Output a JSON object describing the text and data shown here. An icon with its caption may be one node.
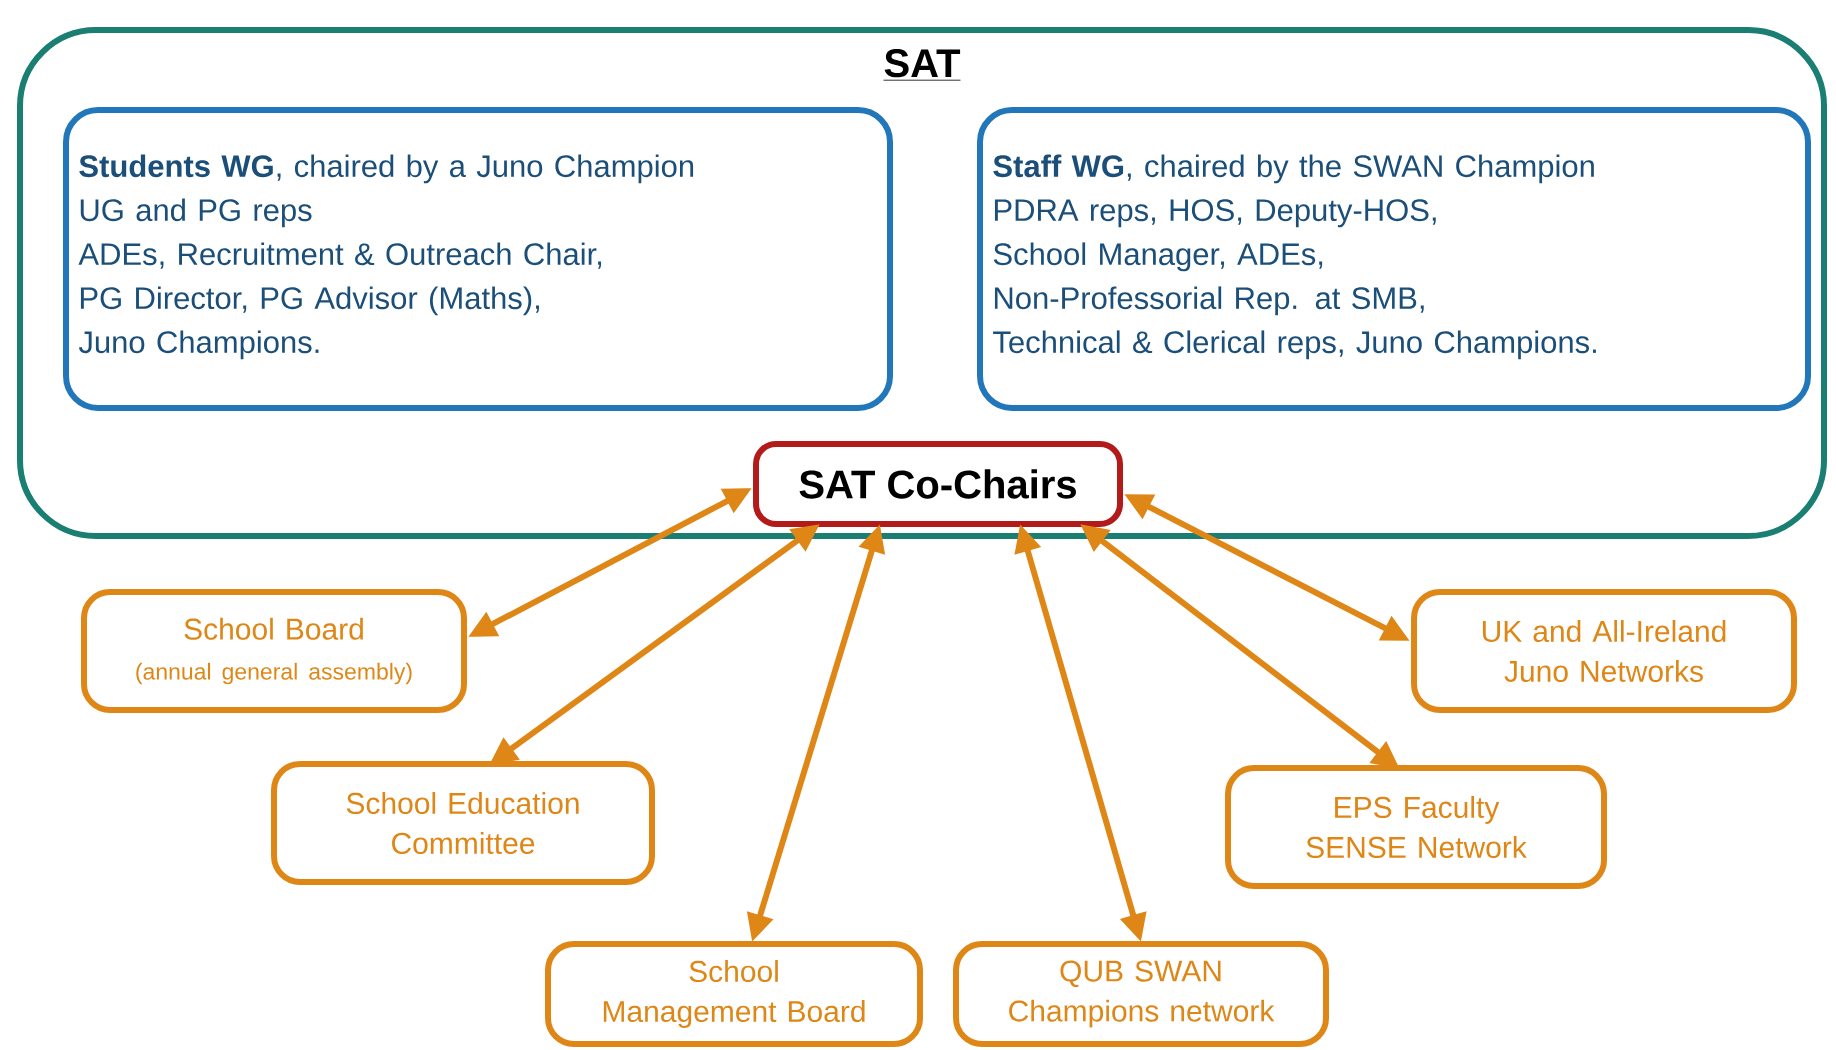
{
  "diagram": {
    "nodes": [
      {
        "text": [
          "SAT"
        ]
      },
      {
        "text": [
          "**Students WG**, chaired by a Juno Champion",
          "UG and PG reps",
          "ADEs, Recruitment & Outreach Chair,",
          "PG Director, PG Advisor (Maths),",
          "Juno Champions."
        ],
        "in": 0
      },
      {
        "text": [
          "**Staff WG**, chaired by the SWAN Champion",
          "PDRA reps, HOS, Deputy-HOS,",
          "School Manager, ADEs,",
          "Non-Professorial Rep. at SMB,",
          "Technical & Clerical reps, Juno Champions."
        ],
        "in": 0
      },
      {
        "text": [
          "SAT Co-Chairs"
        ],
        "in": 0
      },
      {
        "text": [
          "School Board",
          "(annual general assembly)"
        ]
      },
      {
        "text": [
          "School Education Committee"
        ]
      },
      {
        "text": [
          "School Management Board"
        ]
      },
      {
        "text": [
          "QUB SWAN Champions network"
        ]
      },
      {
        "text": [
          "EPS Faculty SENSE Network"
        ]
      },
      {
        "text": [
          "UK and All-Ireland Juno Networks"
        ]
      }
    ],
    "edges": [
      {
        "from": 3,
        "to": 4,
        "arrow": "both"
      },
      {
        "from": 3,
        "to": 5,
        "arrow": "both"
      },
      {
        "from": 3,
        "to": 6,
        "arrow": "both"
      },
      {
        "from": 3,
        "to": 7,
        "arrow": "both"
      },
      {
        "from": 3,
        "to": 8,
        "arrow": "both"
      },
      {
        "from": 3,
        "to": 9,
        "arrow": "both"
      }
    ]
  }
}
